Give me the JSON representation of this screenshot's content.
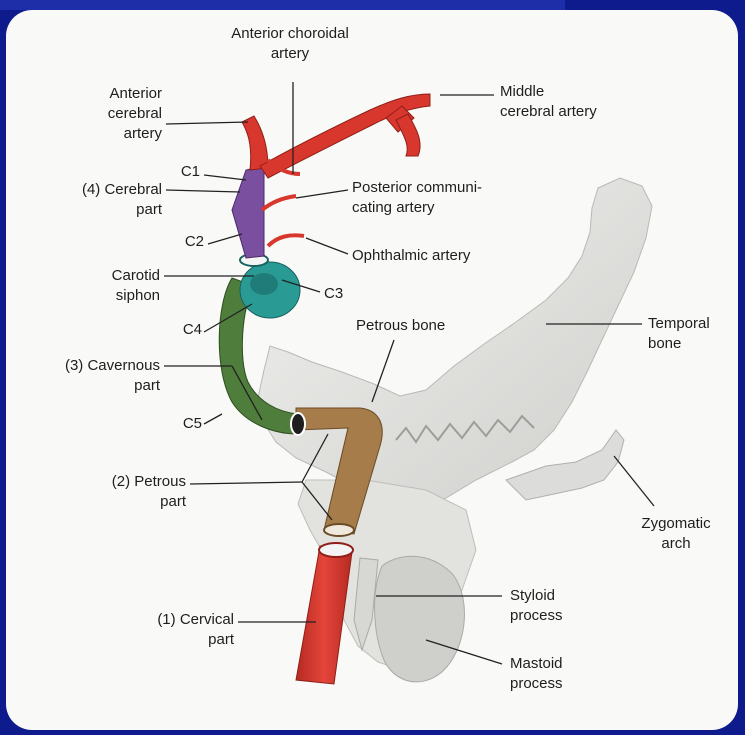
{
  "labels": {
    "anterior_choroidal": "Anterior choroidal\nartery",
    "middle_cerebral": "Middle\ncerebral artery",
    "anterior_cerebral": "Anterior\ncerebral\nartery",
    "c1": "C1",
    "cerebral_part": "(4) Cerebral\npart",
    "posterior_communicating": "Posterior communi-\ncating artery",
    "c2": "C2",
    "ophthalmic": "Ophthalmic artery",
    "carotid_siphon": "Carotid\nsiphon",
    "c3": "C3",
    "c4": "C4",
    "petrous_bone": "Petrous bone",
    "temporal_bone": "Temporal\nbone",
    "cavernous_part": "(3) Cavernous\npart",
    "c5": "C5",
    "petrous_part": "(2) Petrous\npart",
    "zygomatic_arch": "Zygomatic\narch",
    "cervical_part": "(1) Cervical\npart",
    "styloid_process": "Styloid\nprocess",
    "mastoid_process": "Mastoid\nprocess"
  },
  "colors": {
    "background": "#0d1b8c",
    "panel": "#f9f9f7",
    "artery_red": "#d8372d",
    "cerebral_purple": "#7b4fa0",
    "siphon_teal": "#2a9a95",
    "cavernous_green": "#4f7d3c",
    "petrous_brown": "#a57c4a",
    "bone": "#e6e6e4"
  }
}
